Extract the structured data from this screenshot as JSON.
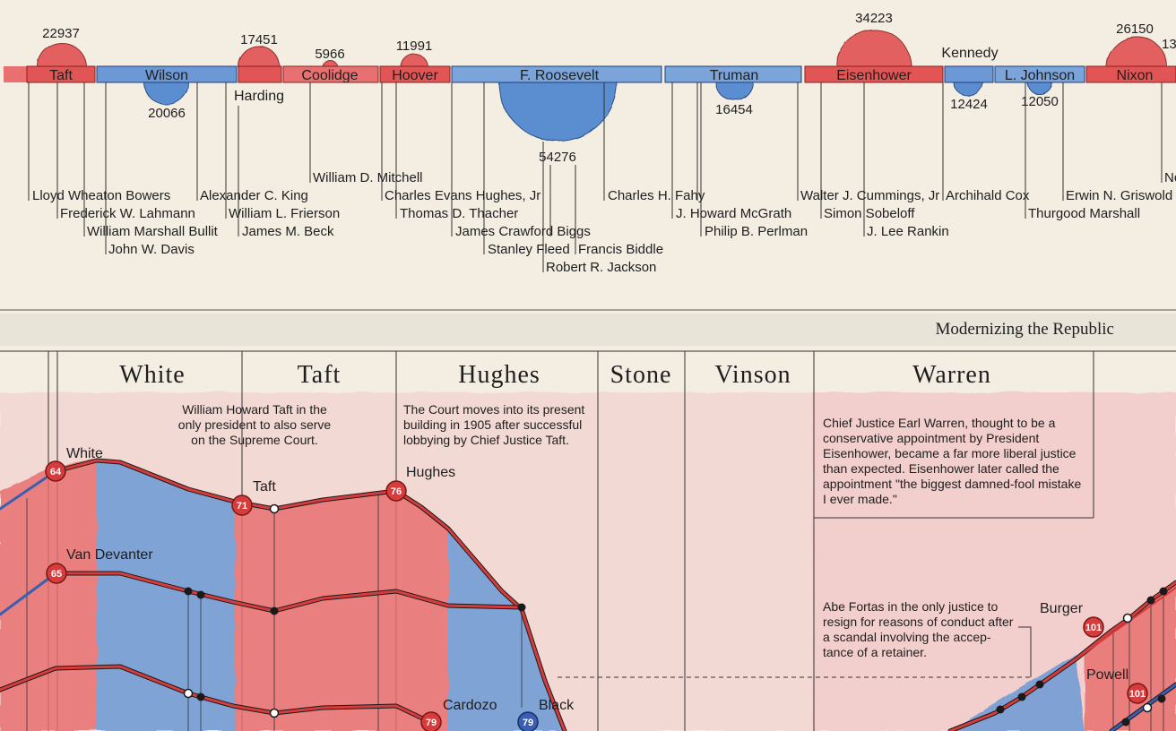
{
  "top": {
    "presidents": [
      {
        "name": "Taft",
        "party": "rep",
        "value": "22937"
      },
      {
        "name": "Wilson",
        "party": "dem",
        "value": "20066"
      },
      {
        "name": "Harding",
        "party": "rep",
        "value": "17451"
      },
      {
        "name": "Coolidge",
        "party": "rep",
        "value": "5966"
      },
      {
        "name": "Hoover",
        "party": "rep",
        "value": "11991"
      },
      {
        "name": "F. Roosevelt",
        "party": "dem",
        "value": "54276"
      },
      {
        "name": "Truman",
        "party": "dem",
        "value": "16454"
      },
      {
        "name": "Eisenhower",
        "party": "rep",
        "value": "34223"
      },
      {
        "name": "Kennedy",
        "party": "dem",
        "value": "12424"
      },
      {
        "name": "L. Johnson",
        "party": "dem",
        "value": "12050"
      },
      {
        "name": "Nixon",
        "party": "rep",
        "value": "26150"
      }
    ],
    "solicitors": [
      "Lloyd Wheaton Bowers",
      "Frederick W. Lahmann",
      "William Marshall Bullit",
      "John W. Davis",
      "Alexander C. King",
      "William L. Frierson",
      "James M. Beck",
      "William D. Mitchell",
      "Charles Evans Hughes, Jr",
      "Thomas D. Thacher",
      "James Crawford Biggs",
      "Stanley Fleed",
      "Francis Biddle",
      "Robert R. Jackson",
      "Charles H. Fahy",
      "J. Howard McGrath",
      "Philip B. Perlman",
      "Walter J. Cummings, Jr",
      "Simon Sobeloff",
      "J. Lee Rankin",
      "Archihald Cox",
      "Thurgood Marshall",
      "Erwin N. Griswold"
    ],
    "clipped_number": "13",
    "clipped_label": "Nc"
  },
  "bottom": {
    "section_title": "Modernizing the Republic",
    "eras": [
      "White",
      "Taft",
      "Hughes",
      "Stone",
      "Vinson",
      "Warren"
    ],
    "notes": {
      "taft": [
        "William Howard Taft in the",
        "only president to also serve",
        "on the Supreme Court."
      ],
      "hughes": [
        "The Court moves into its present",
        "building in 1905 after successful",
        "lobbying by Chief Justice Taft."
      ],
      "warren": [
        "Chief Justice Earl Warren, thought to be a",
        "conservative appointment by President",
        "Eisenhower, became a far more liberal justice",
        "than expected. Eisenhower later called the",
        "appointment \"the biggest damned-fool mistake",
        "I ever made.\""
      ],
      "fortas": [
        "Abe Fortas in the only justice to",
        "resign for reasons of conduct after",
        "a scandal involving the accep-",
        "tance of a retainer."
      ]
    },
    "justices": [
      {
        "name": "White",
        "badge": "64"
      },
      {
        "name": "Van Devanter",
        "badge": "65"
      },
      {
        "name": "Taft",
        "badge": "71"
      },
      {
        "name": "Hughes",
        "badge": "76"
      },
      {
        "name": "Cardozo",
        "badge": "79"
      },
      {
        "name": "Black",
        "badge": "79"
      },
      {
        "name": "Burger",
        "badge": "101"
      },
      {
        "name": "Powell",
        "badge": "101"
      }
    ]
  },
  "colors": {
    "republican": "#e25555",
    "democrat": "#4f86cf",
    "ink": "#1e1e1e",
    "paper": "#f3ede2"
  }
}
